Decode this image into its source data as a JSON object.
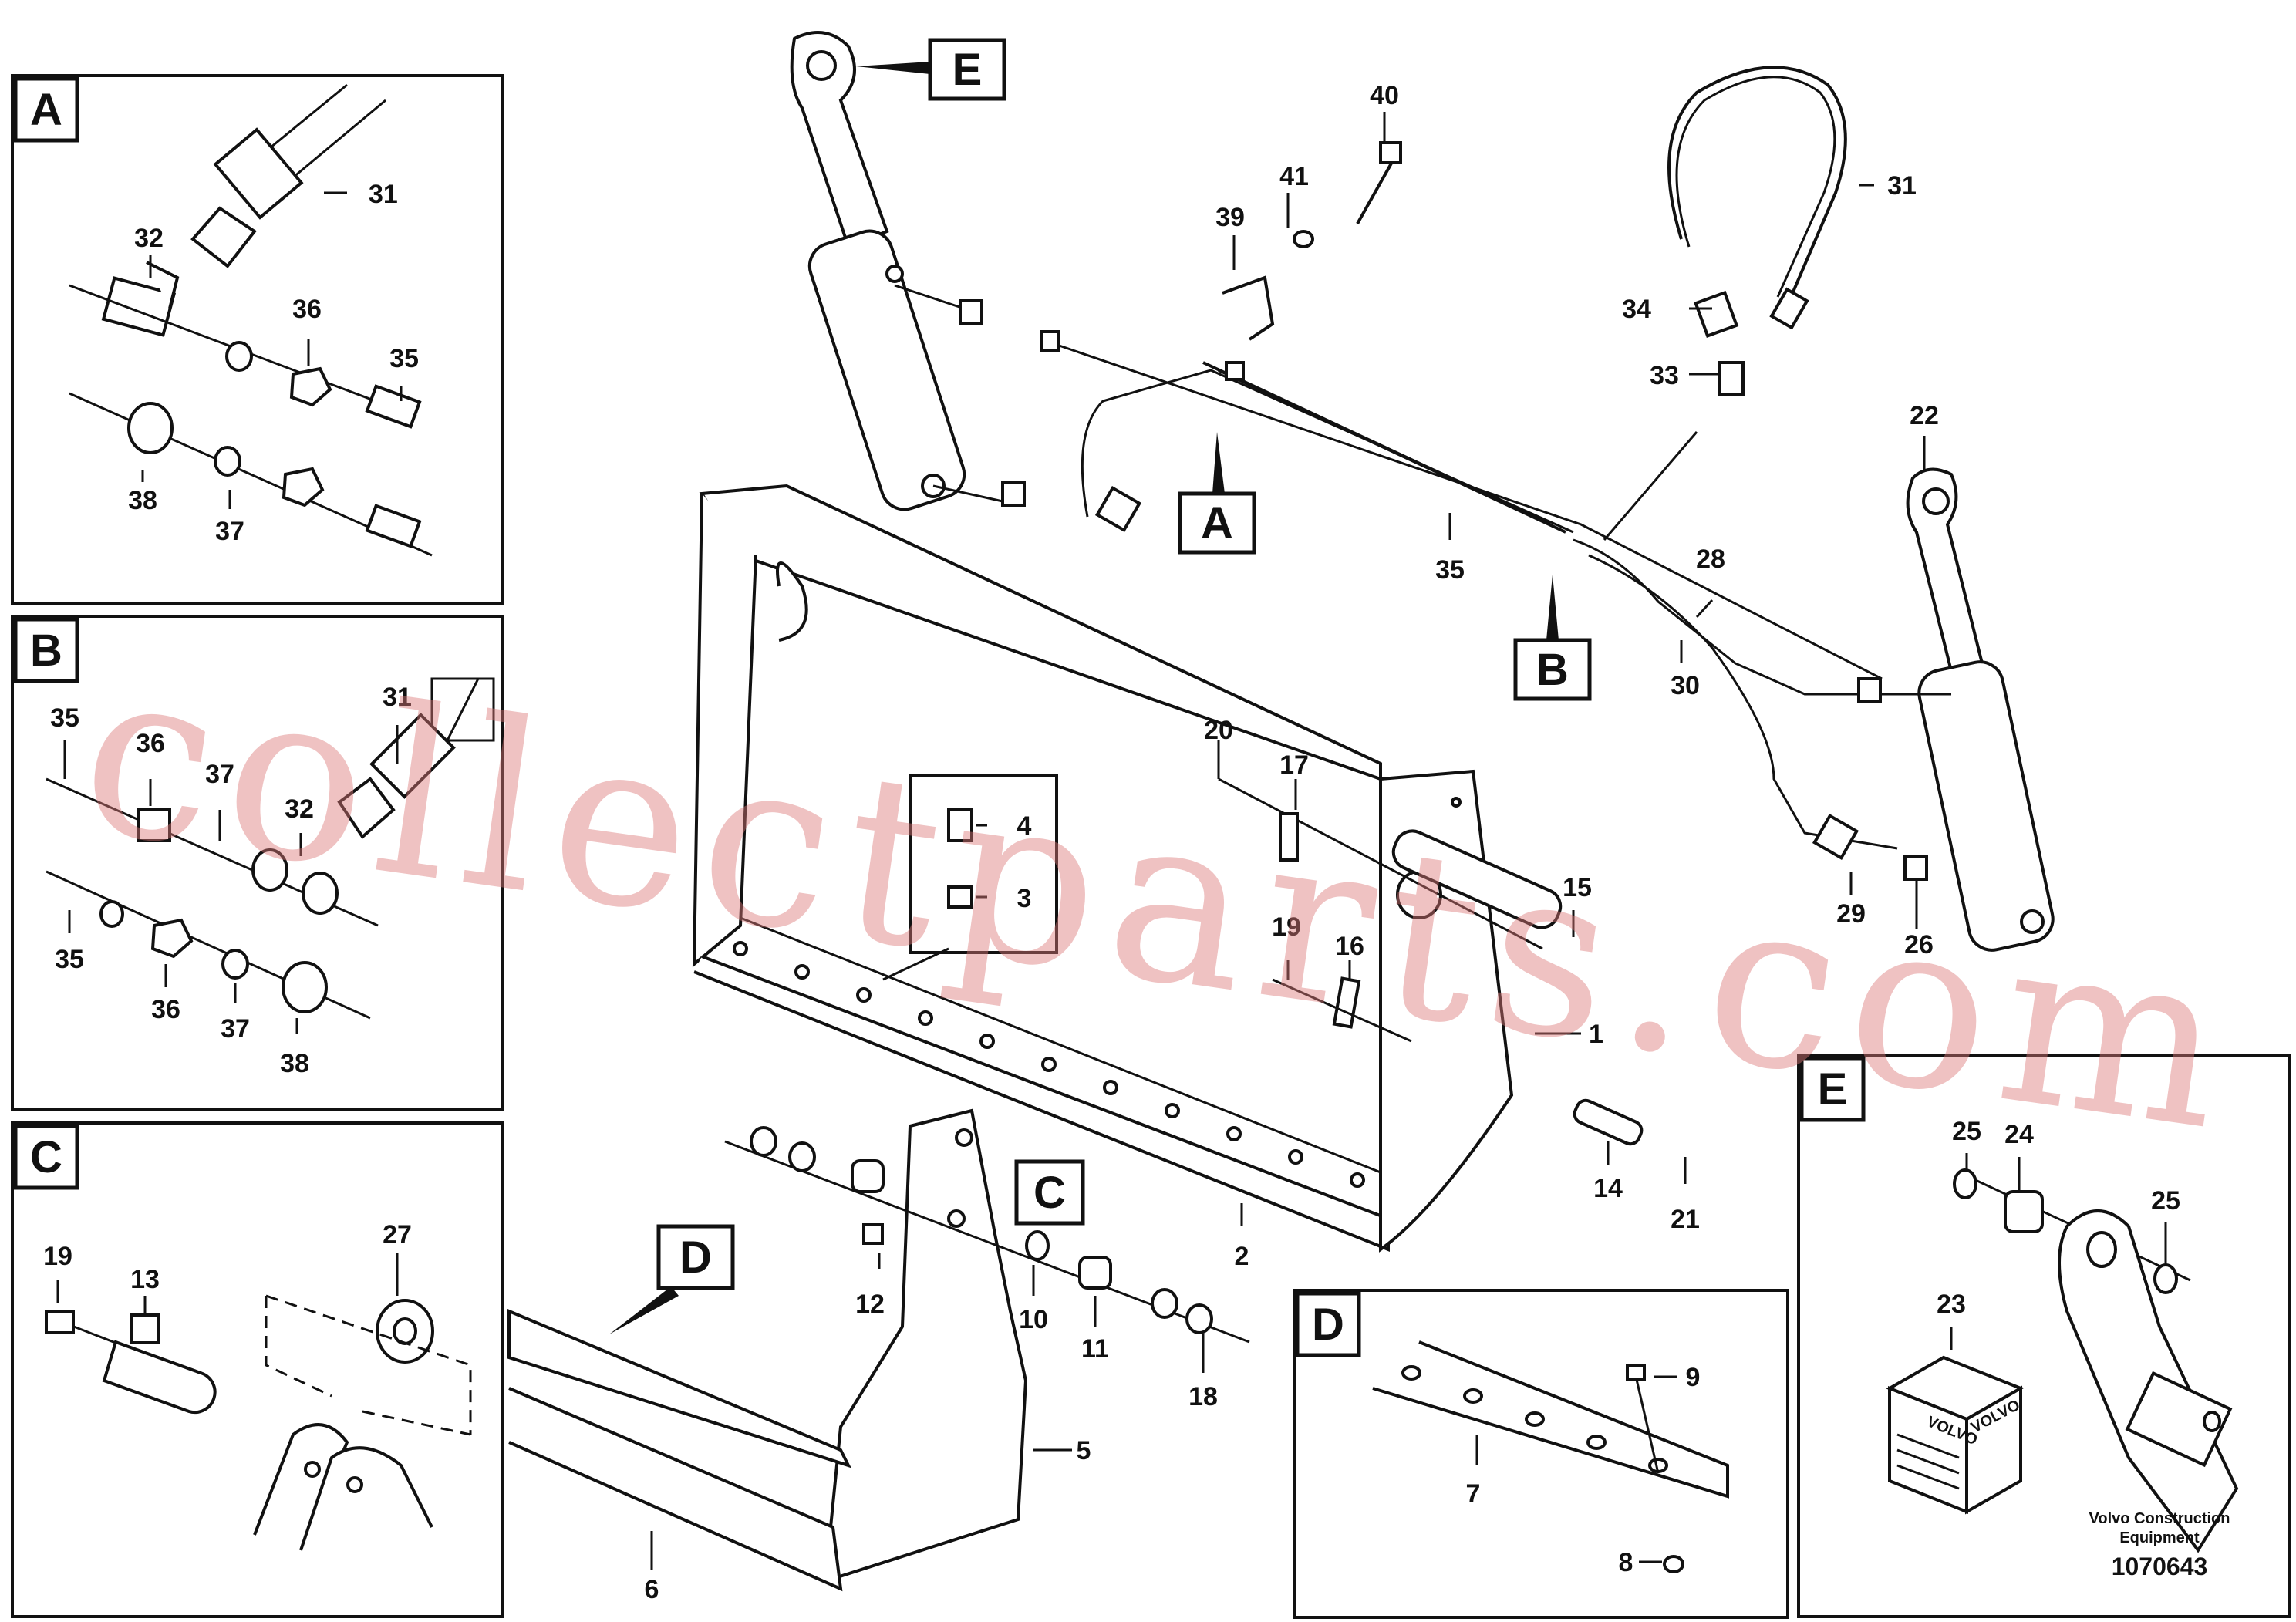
{
  "watermark": "collectparts.com",
  "main_labels": {
    "E": "E",
    "A": "A",
    "B": "B",
    "C": "C",
    "D": "D",
    "n40": "40",
    "n41": "41",
    "n39": "39",
    "n31": "31",
    "n34": "34",
    "n33": "33",
    "n22": "22",
    "n35": "35",
    "n28": "28",
    "n30": "30",
    "n20": "20",
    "n17": "17",
    "n15": "15",
    "n19": "19",
    "n16": "16",
    "n1": "1",
    "n14": "14",
    "n21": "21",
    "n29": "29",
    "n26": "26",
    "n4": "4",
    "n3": "3",
    "n2": "2",
    "n12": "12",
    "n10": "10",
    "n11": "11",
    "n18": "18",
    "n5": "5",
    "n6": "6"
  },
  "panel_a": {
    "tag": "A",
    "n31": "31",
    "n32": "32",
    "n36": "36",
    "n35": "35",
    "n38": "38",
    "n37": "37"
  },
  "panel_b": {
    "tag": "B",
    "n35a": "35",
    "n36a": "36",
    "n37a": "37",
    "n32": "32",
    "n31": "31",
    "n35b": "35",
    "n36b": "36",
    "n37b": "37",
    "n38": "38"
  },
  "panel_c": {
    "tag": "C",
    "n19": "19",
    "n13": "13",
    "n27": "27"
  },
  "panel_d": {
    "tag": "D",
    "n9": "9",
    "n7": "7",
    "n8": "8"
  },
  "panel_e": {
    "tag": "E",
    "n25a": "25",
    "n24": "24",
    "n25b": "25",
    "n23": "23",
    "box_brand_1": "VOLVO",
    "box_brand_2": "VOLVO",
    "company_line1": "Volvo Construction",
    "company_line2": "Equipment",
    "doc_number": "1070643"
  }
}
